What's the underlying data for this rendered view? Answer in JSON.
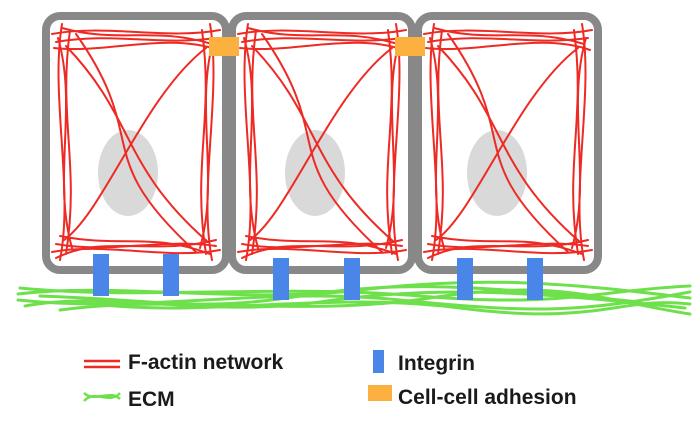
{
  "colors": {
    "membrane": "#888888",
    "actin": "#ee2a24",
    "nucleus": "#d9d9d9",
    "integrin": "#4a86e8",
    "adhesion": "#fbb040",
    "ecm": "#6ee04c",
    "text": "#1a1a1a"
  },
  "legend": {
    "actin_label": "F-actin network",
    "ecm_label": "ECM",
    "integrin_label": "Integrin",
    "adhesion_label": "Cell-cell adhesion"
  }
}
